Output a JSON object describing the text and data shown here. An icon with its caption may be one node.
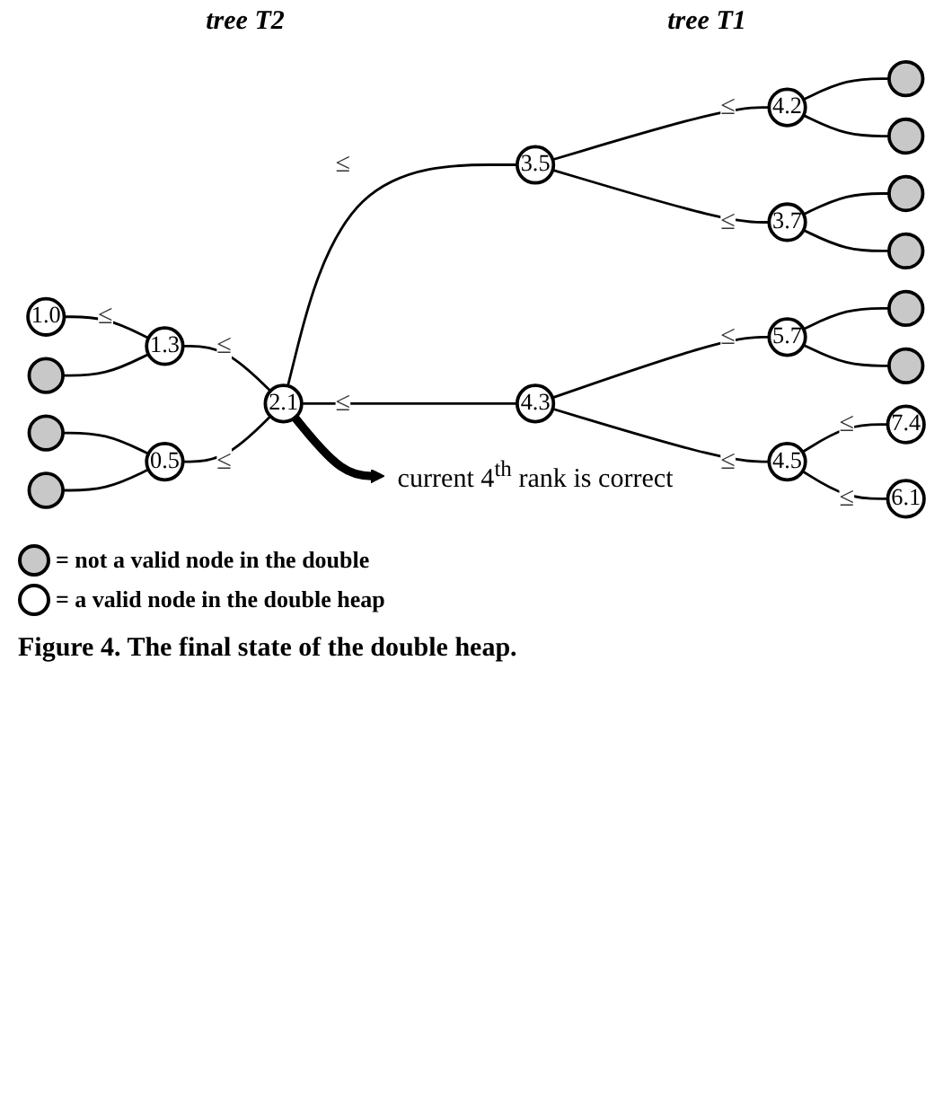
{
  "diagram": {
    "caption": "Figure 4. The final state of the double heap.",
    "nodes": [
      {
        "text": [
          "1.0"
        ]
      },
      {
        "text": [
          "1.3"
        ]
      },
      {
        "text": [],
        "shape": "circle"
      },
      {
        "text": [],
        "shape": "circle"
      },
      {
        "text": [
          "0.5"
        ]
      },
      {
        "text": [],
        "shape": "circle"
      },
      {
        "text": [
          "2.1"
        ]
      },
      {
        "text": [
          "3.5"
        ]
      },
      {
        "text": [
          "4.3"
        ]
      },
      {
        "text": [
          "4.2"
        ]
      },
      {
        "text": [
          "3.7"
        ]
      },
      {
        "text": [
          "5.7"
        ]
      },
      {
        "text": [
          "4.5"
        ]
      },
      {
        "text": [],
        "shape": "circle"
      },
      {
        "text": [],
        "shape": "circle"
      },
      {
        "text": [],
        "shape": "circle"
      },
      {
        "text": [],
        "shape": "circle"
      },
      {
        "text": [],
        "shape": "circle"
      },
      {
        "text": [],
        "shape": "circle"
      },
      {
        "text": [
          "7.4"
        ]
      },
      {
        "text": [
          "6.1"
        ]
      },
      {
        "text": [
          "current 4$^{th}$ rank is correct"
        ]
      }
    ],
    "edges": [
      {
        "from": 0,
        "to": 1,
        "arrow": "none",
        "label": "≤"
      },
      {
        "from": 2,
        "to": 1,
        "arrow": "none"
      },
      {
        "from": 3,
        "to": 4,
        "arrow": "none"
      },
      {
        "from": 5,
        "to": 4,
        "arrow": "none"
      },
      {
        "from": 1,
        "to": 6,
        "arrow": "none",
        "label": "≤"
      },
      {
        "from": 4,
        "to": 6,
        "arrow": "none",
        "label": "≤"
      },
      {
        "from": 6,
        "to": 7,
        "arrow": "none",
        "label": "≤"
      },
      {
        "from": 6,
        "to": 8,
        "arrow": "none",
        "label": "≤"
      },
      {
        "from": 7,
        "to": 9,
        "arrow": "none",
        "label": "≤"
      },
      {
        "from": 7,
        "to": 10,
        "arrow": "none",
        "label": "≤"
      },
      {
        "from": 8,
        "to": 11,
        "arrow": "none",
        "label": "≤"
      },
      {
        "from": 8,
        "to": 12,
        "arrow": "none",
        "label": "≤"
      },
      {
        "from": 9,
        "to": 13,
        "arrow": "none"
      },
      {
        "from": 9,
        "to": 14,
        "arrow": "none"
      },
      {
        "from": 10,
        "to": 15,
        "arrow": "none"
      },
      {
        "from": 10,
        "to": 16,
        "arrow": "none"
      },
      {
        "from": 11,
        "to": 17,
        "arrow": "none"
      },
      {
        "from": 11,
        "to": 18,
        "arrow": "none"
      },
      {
        "from": 12,
        "to": 19,
        "arrow": "none",
        "label": "≤"
      },
      {
        "from": 12,
        "to": 20,
        "arrow": "none",
        "label": "≤"
      },
      {
        "from": 6,
        "to": 21,
        "arrow": "to",
        "style": "thick"
      }
    ],
    "labels": [
      "tree T2",
      "tree T1"
    ],
    "legend": [
      {
        "text": "= not a valid node in the double",
        "color": "#c8c8c8"
      },
      {
        "text": "= a valid node in the double heap",
        "color": "#ffffff"
      }
    ]
  }
}
